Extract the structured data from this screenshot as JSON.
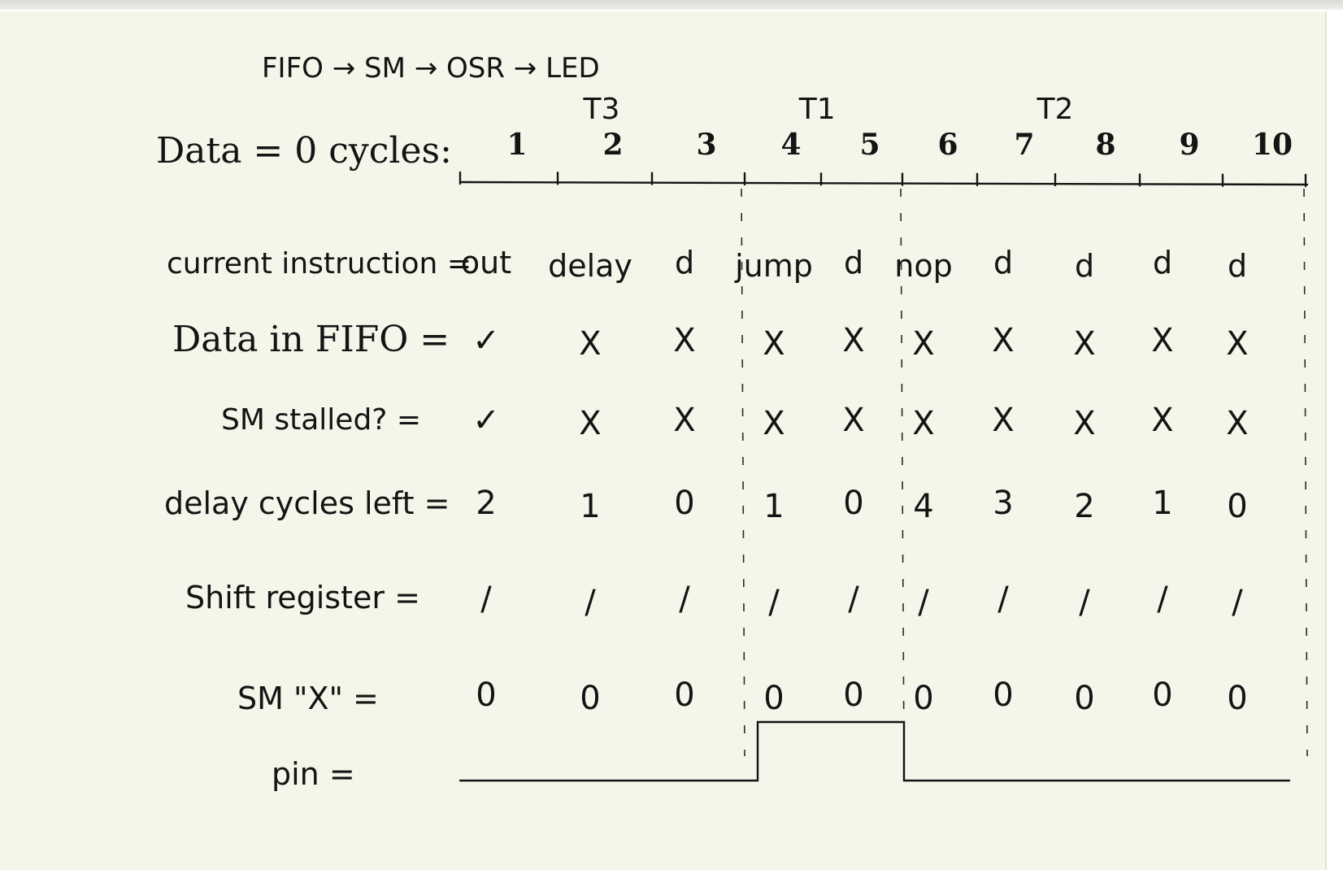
{
  "pipeline": "FIFO → SM → OSR → LED",
  "timeline": {
    "label": "Data = 0 cycles:",
    "cycles": [
      "1",
      "2",
      "3",
      "4",
      "5",
      "6",
      "7",
      "8",
      "9",
      "10"
    ],
    "markers": [
      {
        "label": "T3",
        "at_cycle": 2
      },
      {
        "label": "T1",
        "at_cycle": 4.4
      },
      {
        "label": "T2",
        "at_cycle": 7.5
      }
    ]
  },
  "rows": [
    {
      "label": "current instruction =",
      "values": [
        "out",
        "delay",
        "d",
        "jump",
        "d",
        "nop",
        "d",
        "d",
        "d",
        "d"
      ]
    },
    {
      "label": "Data in FIFO =",
      "values": [
        "✓",
        "X",
        "X",
        "X",
        "X",
        "X",
        "X",
        "X",
        "X",
        "X"
      ]
    },
    {
      "label": "SM stalled? =",
      "values": [
        "✓",
        "X",
        "X",
        "X",
        "X",
        "X",
        "X",
        "X",
        "X",
        "X"
      ]
    },
    {
      "label": "delay cycles left =",
      "values": [
        "2",
        "1",
        "0",
        "1",
        "0",
        "4",
        "3",
        "2",
        "1",
        "0"
      ]
    },
    {
      "label": "Shift register =",
      "values": [
        "/",
        "/",
        "/",
        "/",
        "/",
        "/",
        "/",
        "/",
        "/",
        "/"
      ]
    },
    {
      "label": "SM \"X\" =",
      "values": [
        "0",
        "0",
        "0",
        "0",
        "0",
        "0",
        "0",
        "0",
        "0",
        "0"
      ]
    }
  ],
  "pin": {
    "label": "pin =",
    "levels": [
      0,
      0,
      0,
      1,
      1,
      0,
      0,
      0,
      0,
      0
    ]
  }
}
